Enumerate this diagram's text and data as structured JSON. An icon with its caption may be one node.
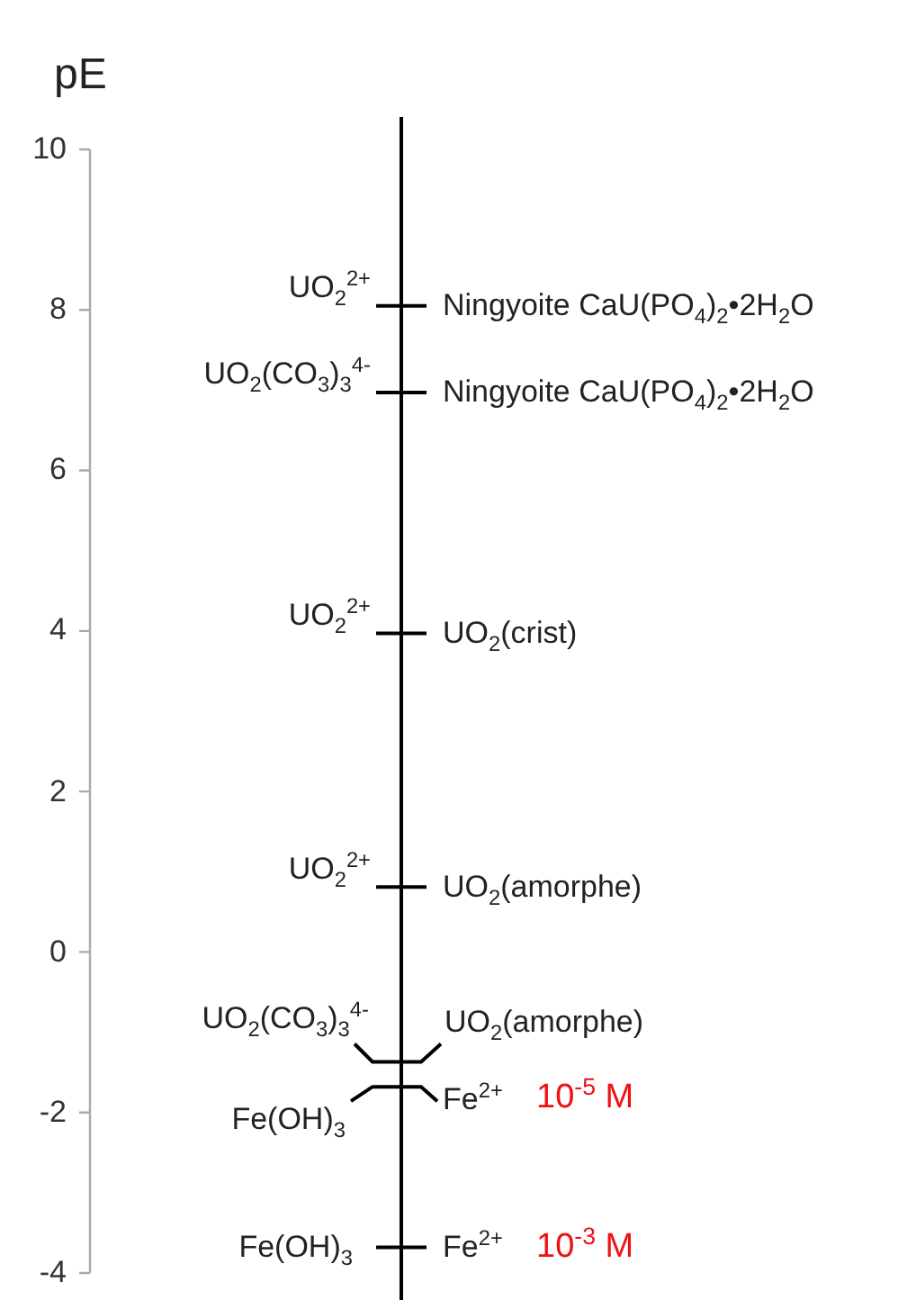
{
  "diagram": {
    "labels": [
      "pE",
      "10",
      "8",
      "6",
      "4",
      "2",
      "0",
      "-2",
      "-4",
      "UO$_{2}$$^{2+}$",
      "Ningyoite CaU(PO$_{4}$)$_{2}$•2H$_{2}$O",
      "UO$_{2}$(CO$_{3}$)$_{3}$$^{4-}$",
      "Ningyoite CaU(PO$_{4}$)$_{2}$•2H$_{2}$O",
      "UO$_{2}$$^{2+}$",
      "UO$_{2}$(crist)",
      "UO$_{2}$$^{2+}$",
      "UO$_{2}$(amorphe)",
      "UO$_{2}$(CO$_{3}$)$_{3}$$^{4-}$",
      "UO$_{2}$(amorphe)",
      "Fe(OH)$_{3}$",
      "Fe$^{2+}$",
      "10$^{-5}$ M",
      "Fe(OH)$_{3}$",
      "Fe$^{2+}$",
      "10$^{-3}$ M"
    ]
  }
}
